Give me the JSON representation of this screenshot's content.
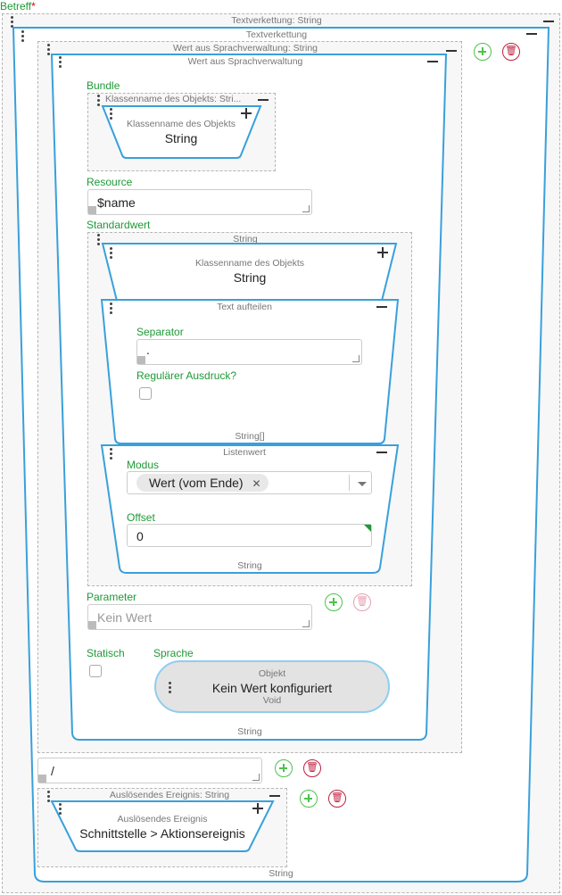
{
  "root": {
    "label": "Betreff",
    "required": "*",
    "caption": "Textverkettung: String"
  },
  "textverkettung": {
    "caption": "Textverkettung",
    "bottom": "String"
  },
  "wert_container": {
    "caption": "Wert aus Sprachverwaltung: String"
  },
  "wert": {
    "caption": "Wert aus Sprachverwaltung",
    "bottom": "String"
  },
  "bundle": {
    "label": "Bundle",
    "container_caption": "Klassenname des Objekts: Stri...",
    "obj_caption": "Klassenname des Objekts",
    "obj_value": "String"
  },
  "resource": {
    "label": "Resource",
    "value": "$name"
  },
  "standardwert": {
    "label": "Standardwert",
    "container_caption": "String",
    "obj_caption": "Klassenname des Objekts",
    "obj_value": "String"
  },
  "text_aufteilen": {
    "caption": "Text aufteilen",
    "separator_label": "Separator",
    "separator_value": ".",
    "regex_label": "Regulärer Ausdruck?",
    "bottom": "String[]"
  },
  "listenwert": {
    "caption": "Listenwert",
    "modus_label": "Modus",
    "modus_value": "Wert (vom Ende)",
    "chip_remove": "✕",
    "offset_label": "Offset",
    "offset_value": "0",
    "bottom": "String"
  },
  "parameter": {
    "label": "Parameter",
    "placeholder": "Kein Wert"
  },
  "statisch": {
    "label": "Statisch"
  },
  "sprache": {
    "label": "Sprache",
    "caption": "Objekt",
    "value": "Kein Wert konfiguriert",
    "type": "Void"
  },
  "separator_field": {
    "value": "/"
  },
  "ausloesendes": {
    "container_caption": "Auslösendes Ereignis: String",
    "obj_caption": "Auslösendes Ereignis",
    "obj_value": "Schnittstelle > Aktionsereignis"
  },
  "outer_bottom": "String",
  "icons": {
    "trash": "trash-icon",
    "add": "plus-icon"
  },
  "colors": {
    "accent": "#39a0db",
    "label": "#1e9a36",
    "add": "#4cc24c",
    "delete": "#c02040"
  }
}
